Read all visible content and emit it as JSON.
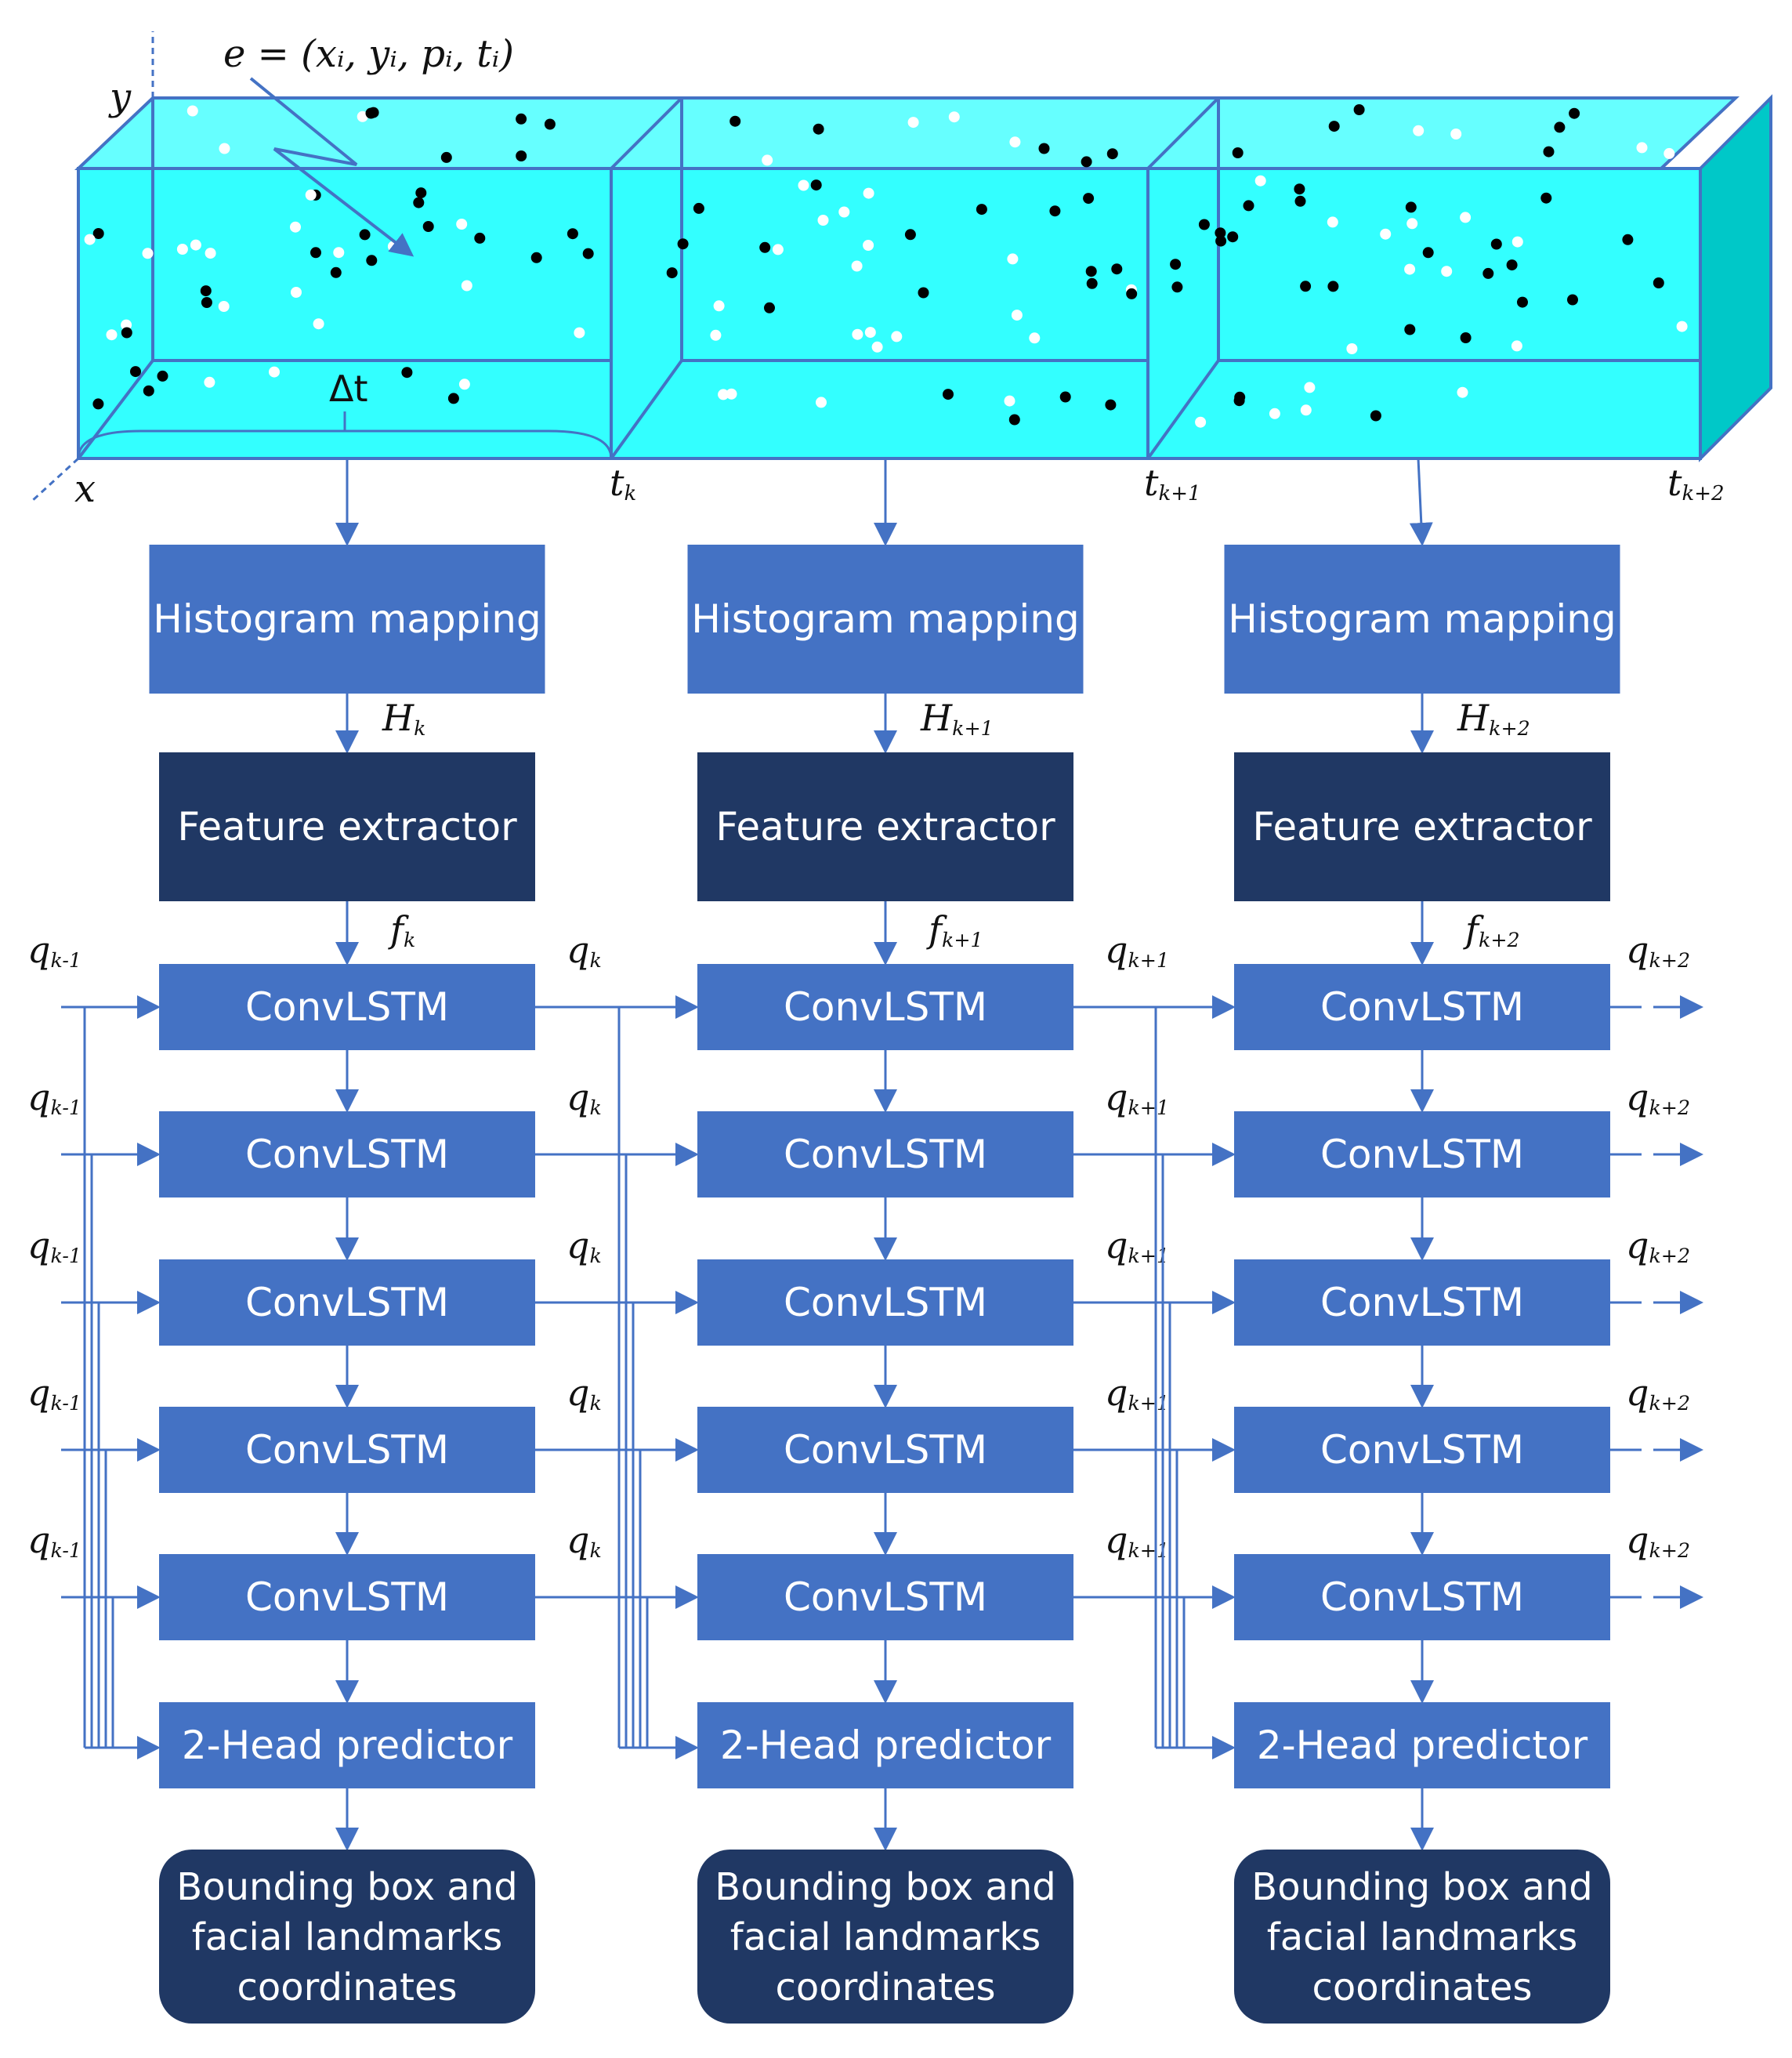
{
  "event_tuple": "e = (xᵢ, yᵢ, pᵢ, tᵢ)",
  "axes": {
    "x": "x",
    "y": "y",
    "delta_t": "Δt"
  },
  "time_marks": [
    {
      "base": "t",
      "sub": "k"
    },
    {
      "base": "t",
      "sub": "k+1"
    },
    {
      "base": "t",
      "sub": "k+2"
    }
  ],
  "columns": [
    {
      "histogram_label": "Histogram mapping",
      "hist_out": {
        "base": "H",
        "sub": "k"
      },
      "feature_label": "Feature extractor",
      "feat_out": {
        "base": "f",
        "sub": "k"
      },
      "convlstm_label": "ConvLSTM",
      "state_in": {
        "base": "q",
        "sub": "k-1"
      },
      "state_out": {
        "base": "q",
        "sub": "k"
      },
      "predictor_label": "2-Head predictor",
      "output_lines": [
        "Bounding box and",
        "facial landmarks",
        "coordinates"
      ]
    },
    {
      "histogram_label": "Histogram mapping",
      "hist_out": {
        "base": "H",
        "sub": "k+1"
      },
      "feature_label": "Feature extractor",
      "feat_out": {
        "base": "f",
        "sub": "k+1"
      },
      "convlstm_label": "ConvLSTM",
      "state_in": {
        "base": "q",
        "sub": "k"
      },
      "state_out": {
        "base": "q",
        "sub": "k+1"
      },
      "predictor_label": "2-Head predictor",
      "output_lines": [
        "Bounding box and",
        "facial landmarks",
        "coordinates"
      ]
    },
    {
      "histogram_label": "Histogram mapping",
      "hist_out": {
        "base": "H",
        "sub": "k+2"
      },
      "feature_label": "Feature extractor",
      "feat_out": {
        "base": "f",
        "sub": "k+2"
      },
      "convlstm_label": "ConvLSTM",
      "state_in": {
        "base": "q",
        "sub": "k+1"
      },
      "state_out": {
        "base": "q",
        "sub": "k+2"
      },
      "predictor_label": "2-Head predictor",
      "output_lines": [
        "Bounding box and",
        "facial landmarks",
        "coordinates"
      ]
    }
  ],
  "colors": {
    "cube_front": "#33FFFF",
    "cube_top": "#66FFFF",
    "cube_side": "#00C8C8",
    "cube_edge": "#4472C4",
    "process_box": "#4472C4",
    "dark_box": "#203864",
    "arrow": "#4472C4"
  }
}
